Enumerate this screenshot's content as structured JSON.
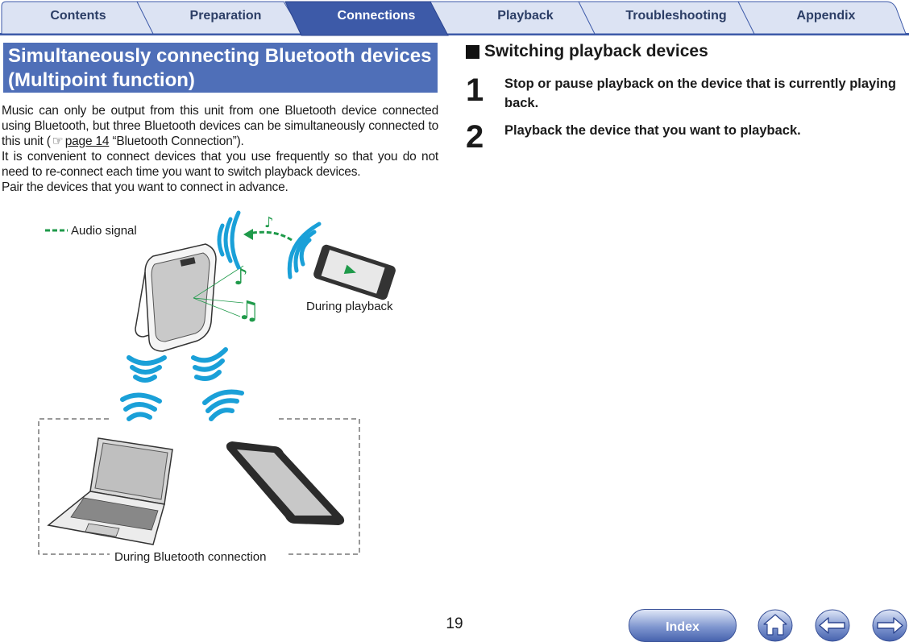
{
  "tabs": [
    {
      "label": "Contents",
      "active": false
    },
    {
      "label": "Preparation",
      "active": false
    },
    {
      "label": "Connections",
      "active": true
    },
    {
      "label": "Playback",
      "active": false
    },
    {
      "label": "Troubleshooting",
      "active": false
    },
    {
      "label": "Appendix",
      "active": false
    }
  ],
  "colors": {
    "accent": "#4f6fb8",
    "tab_active": "#3d5aa8",
    "tab_inactive": "#dce3f3",
    "audio_signal": "#1f9a4a",
    "wireless": "#1aa0d8"
  },
  "section": {
    "title": "Simultaneously connecting Bluetooth devices (Multipoint function)",
    "para1_a": "Music can only be output from this unit from one Bluetooth device connected using Bluetooth, but three Bluetooth devices can be simultaneously connected to this unit (",
    "para1_ref_icon": "reference-hand-icon",
    "para1_link": "page 14",
    "para1_b": " “Bluetooth Connection”).",
    "para2": "It is convenient to connect devices that you use frequently so that you do not need to re-connect each time you want to switch playback devices.",
    "para3": "Pair the devices that you want to connect in advance."
  },
  "diagram": {
    "legend_label": "Audio signal",
    "playback_label": "During playback",
    "connection_label": "During Bluetooth connection"
  },
  "right": {
    "heading": "Switching playback devices",
    "steps": [
      {
        "num": "1",
        "text": "Stop or pause playback on the device that is currently playing back."
      },
      {
        "num": "2",
        "text": "Playback the device that you want to playback."
      }
    ]
  },
  "footer": {
    "page_number": "19",
    "index_label": "Index",
    "home_icon": "home-icon",
    "back_icon": "arrow-left-icon",
    "forward_icon": "arrow-right-icon"
  }
}
